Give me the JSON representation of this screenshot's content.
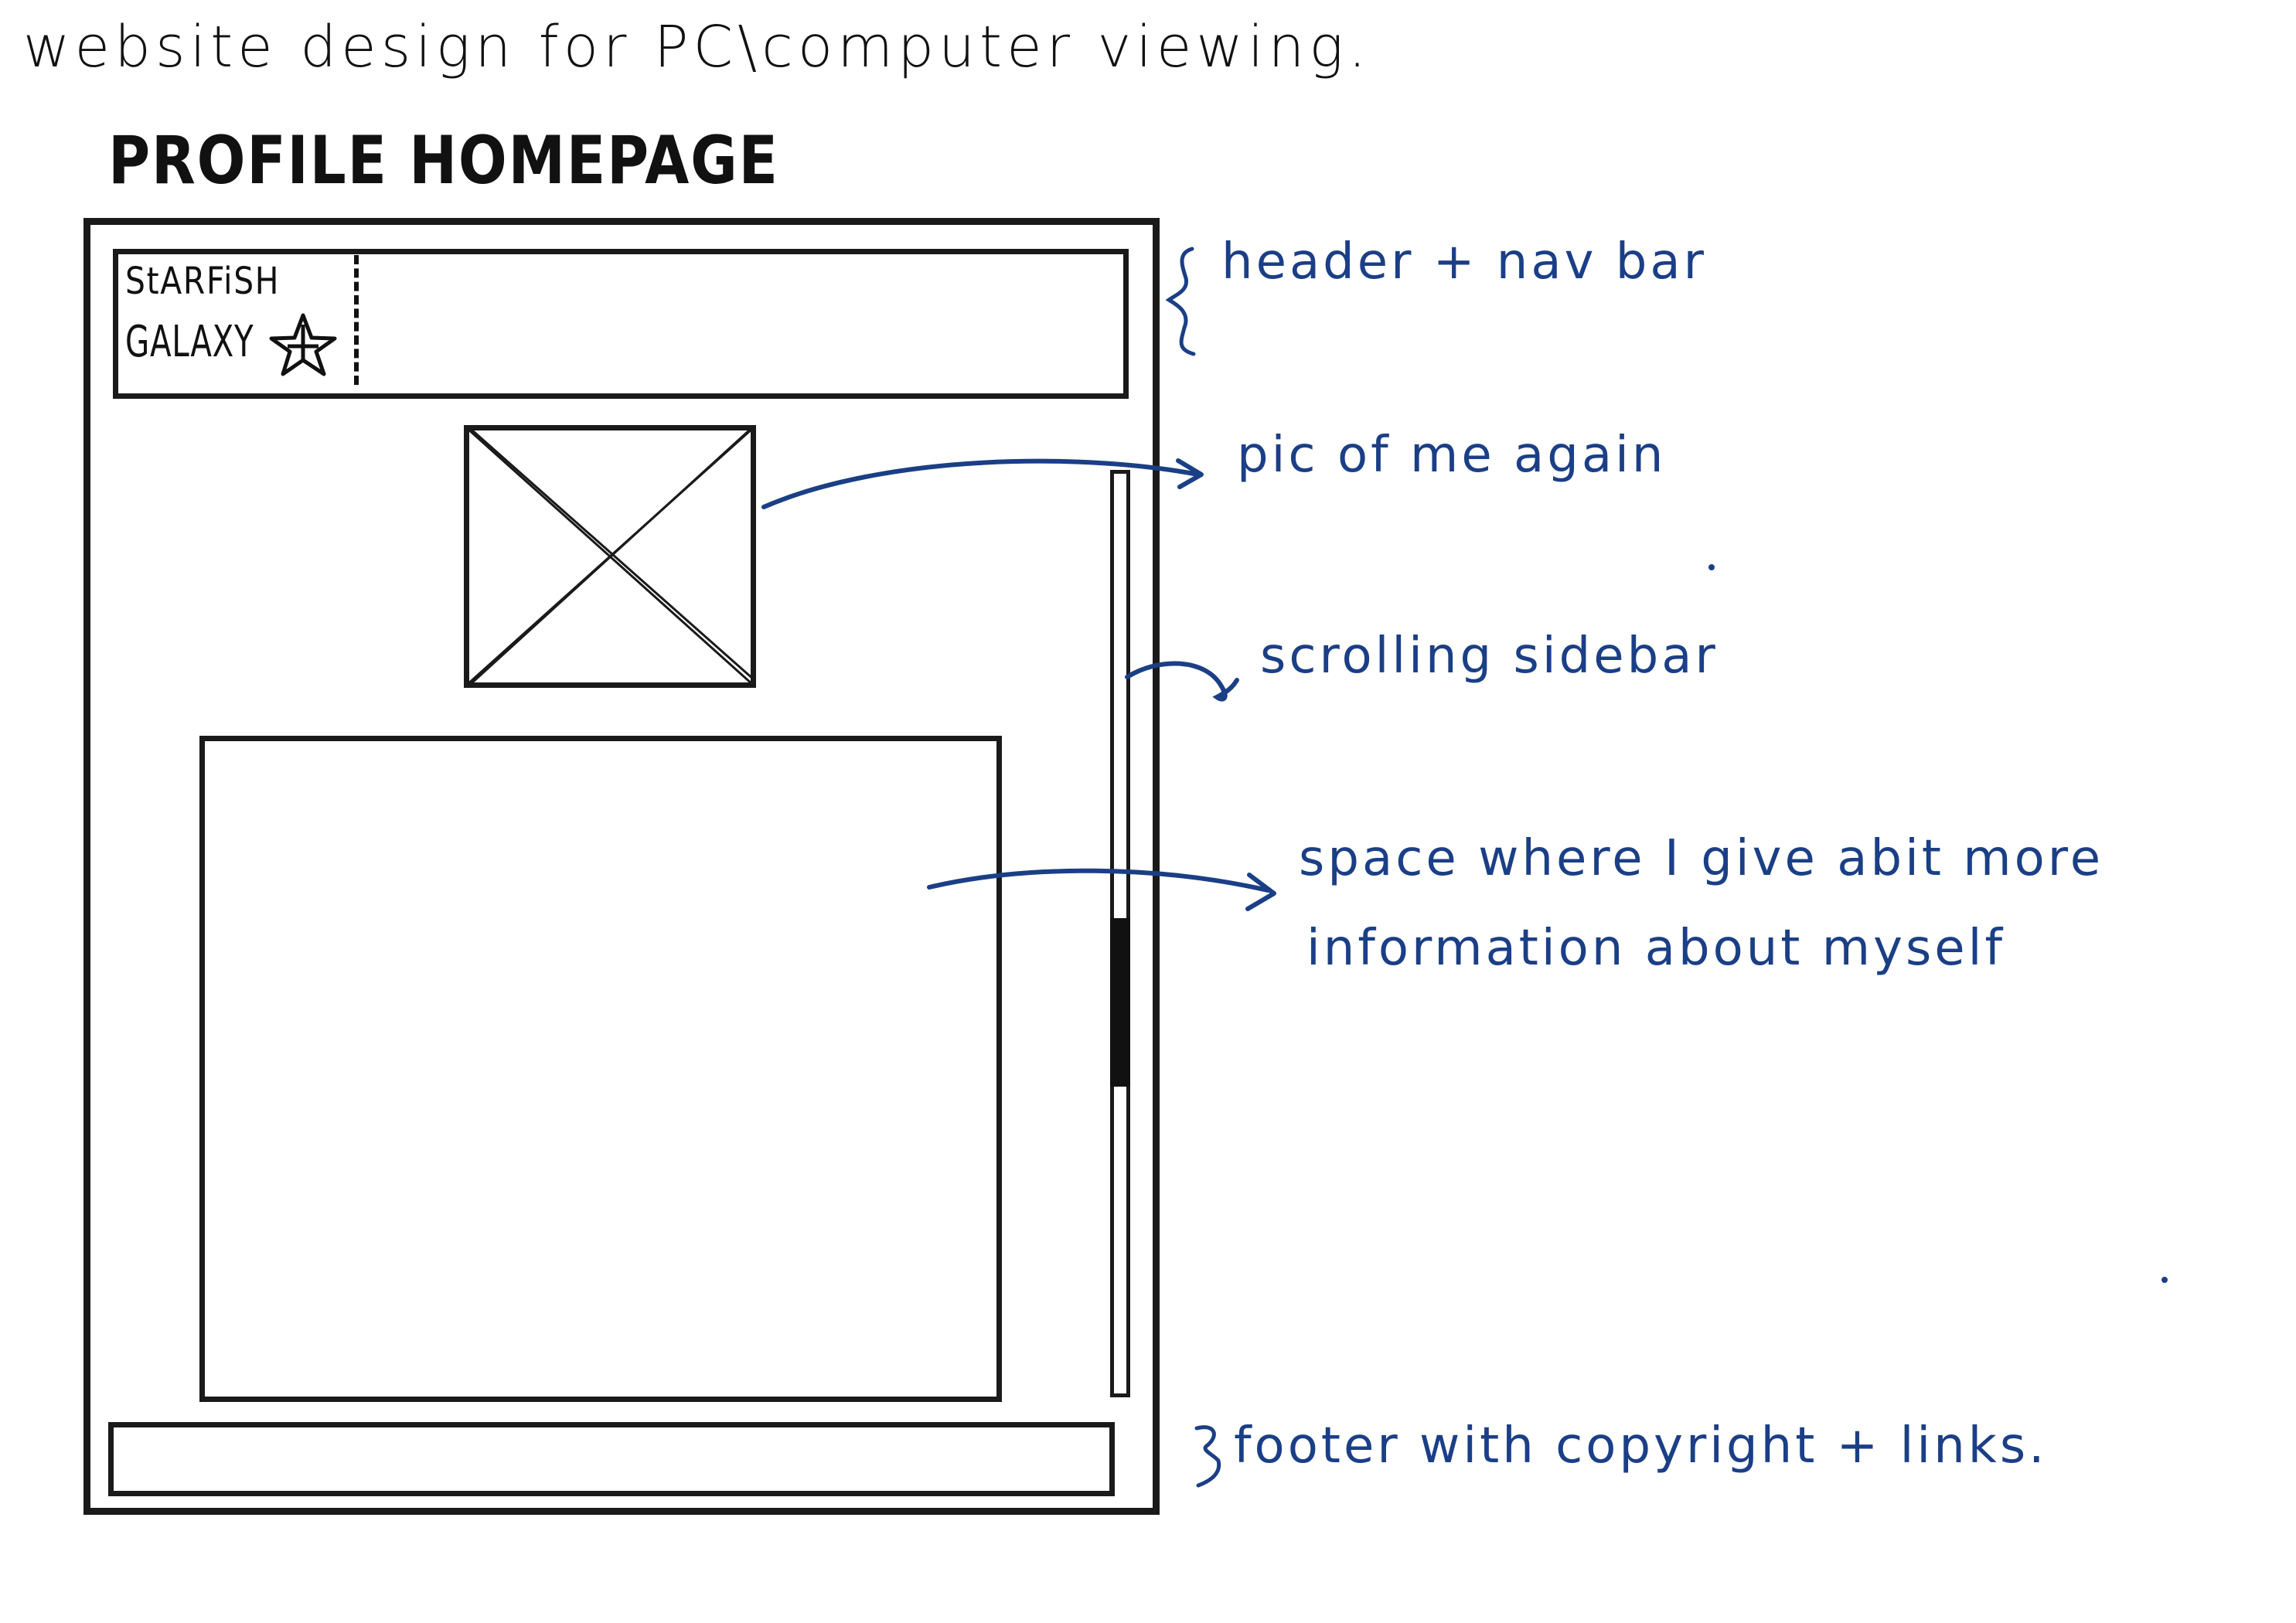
{
  "heading": "website design for PC\\computer viewing.",
  "page_title": "PROFILE HOMEPAGE",
  "logo": {
    "line1": "StARFiSH",
    "line2": "GALAXY"
  },
  "annotations": {
    "header": "header + nav bar",
    "picture": "pic of me again",
    "sidebar": "scrolling sidebar",
    "content_line1": "space where I give abit more",
    "content_line2": "information about myself",
    "footer": "footer with copyright + links."
  },
  "colors": {
    "ink": "#1a1a1a",
    "annotation": "#1b3f86",
    "background": "#ffffff"
  },
  "icons": [
    "starfish-icon",
    "placeholder-image-icon"
  ]
}
